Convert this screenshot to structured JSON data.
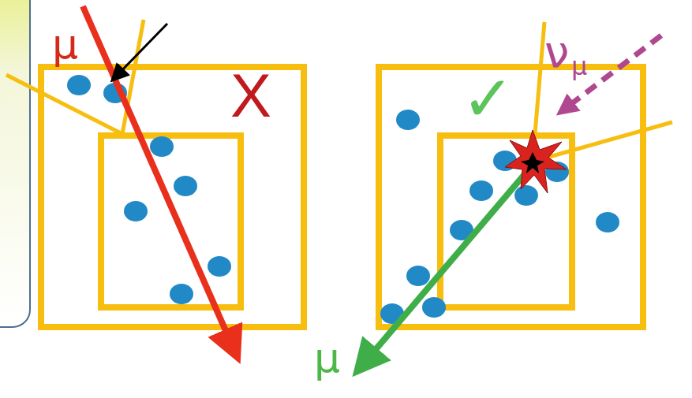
{
  "diagram": {
    "labels": [
      "μ",
      "X",
      "✓",
      "ν",
      "μ",
      "μ"
    ]
  }
}
